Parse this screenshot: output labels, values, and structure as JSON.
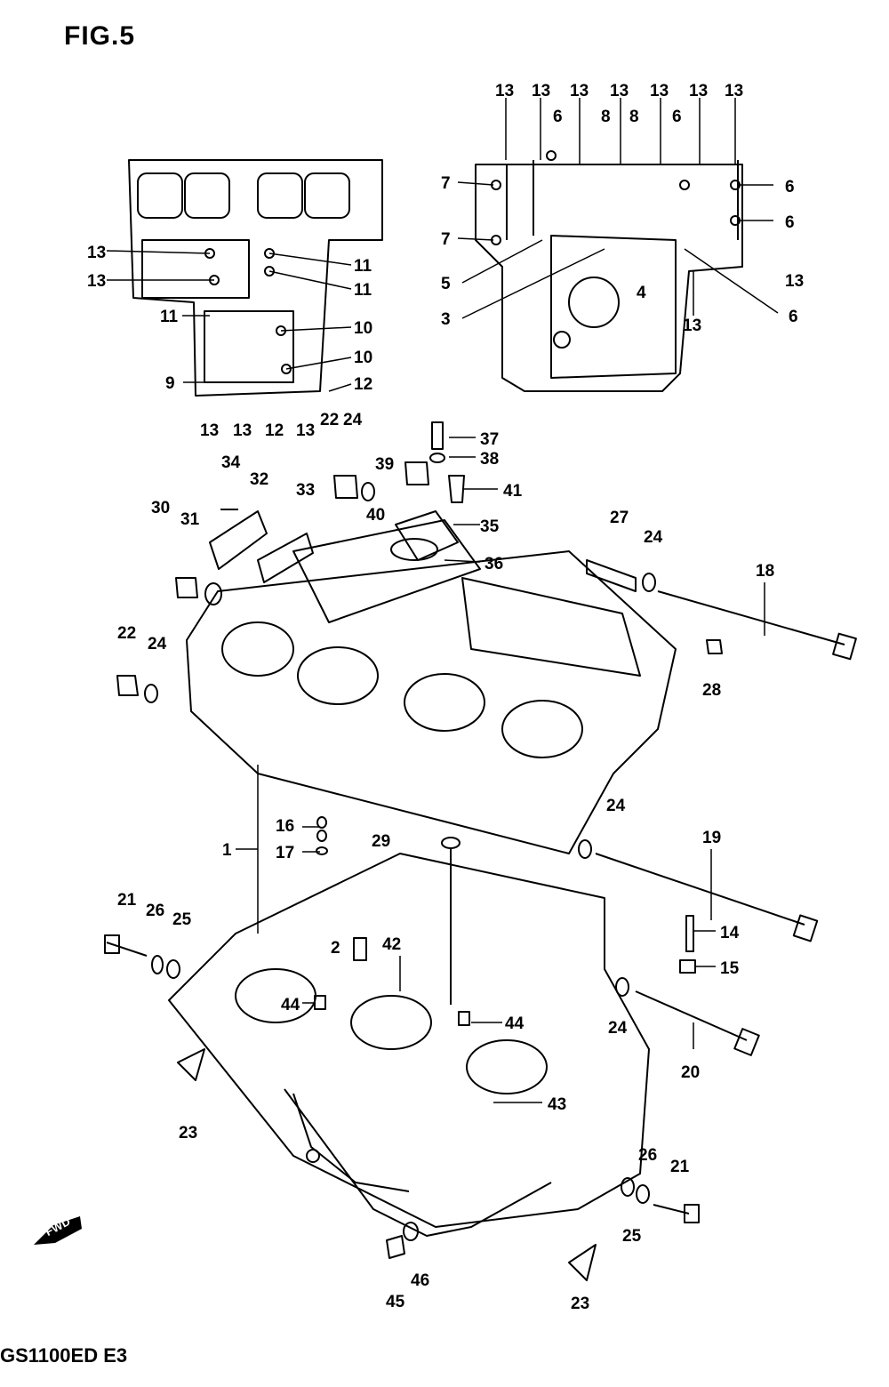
{
  "title": "FIG.5",
  "model": "GS1100ED E3",
  "fwd_label": "FWD",
  "callouts": [
    {
      "id": "c13a",
      "text": "13"
    },
    {
      "id": "c13b",
      "text": "13"
    },
    {
      "id": "c13c",
      "text": "13"
    },
    {
      "id": "c13d",
      "text": "13"
    },
    {
      "id": "c13e",
      "text": "13"
    },
    {
      "id": "c13f",
      "text": "13"
    },
    {
      "id": "c13g",
      "text": "13"
    },
    {
      "id": "c6a",
      "text": "6"
    },
    {
      "id": "c8a",
      "text": "8"
    },
    {
      "id": "c8b",
      "text": "8"
    },
    {
      "id": "c6b",
      "text": "6"
    },
    {
      "id": "c7a",
      "text": "7"
    },
    {
      "id": "c7b",
      "text": "7"
    },
    {
      "id": "c6c",
      "text": "6"
    },
    {
      "id": "c6d",
      "text": "6"
    },
    {
      "id": "c5",
      "text": "5"
    },
    {
      "id": "c4",
      "text": "4"
    },
    {
      "id": "c13h",
      "text": "13"
    },
    {
      "id": "c3",
      "text": "3"
    },
    {
      "id": "c13i",
      "text": "13"
    },
    {
      "id": "c6e",
      "text": "6"
    },
    {
      "id": "l13a",
      "text": "13"
    },
    {
      "id": "l13b",
      "text": "13"
    },
    {
      "id": "l11a",
      "text": "11"
    },
    {
      "id": "l11b",
      "text": "11"
    },
    {
      "id": "l11c",
      "text": "11"
    },
    {
      "id": "l10a",
      "text": "10"
    },
    {
      "id": "l10b",
      "text": "10"
    },
    {
      "id": "l9",
      "text": "9"
    },
    {
      "id": "l12a",
      "text": "12"
    },
    {
      "id": "l13c",
      "text": "13"
    },
    {
      "id": "l13d",
      "text": "13"
    },
    {
      "id": "l12b",
      "text": "12"
    },
    {
      "id": "l13e",
      "text": "13"
    },
    {
      "id": "p22a",
      "text": "22"
    },
    {
      "id": "p24a",
      "text": "24"
    },
    {
      "id": "p37",
      "text": "37"
    },
    {
      "id": "p38",
      "text": "38"
    },
    {
      "id": "p39",
      "text": "39"
    },
    {
      "id": "p41",
      "text": "41"
    },
    {
      "id": "p34",
      "text": "34"
    },
    {
      "id": "p32",
      "text": "32"
    },
    {
      "id": "p33",
      "text": "33"
    },
    {
      "id": "p30",
      "text": "30"
    },
    {
      "id": "p31",
      "text": "31"
    },
    {
      "id": "p40",
      "text": "40"
    },
    {
      "id": "p35",
      "text": "35"
    },
    {
      "id": "p36",
      "text": "36"
    },
    {
      "id": "p27",
      "text": "27"
    },
    {
      "id": "p24b",
      "text": "24"
    },
    {
      "id": "p18",
      "text": "18"
    },
    {
      "id": "p22b",
      "text": "22"
    },
    {
      "id": "p24c",
      "text": "24"
    },
    {
      "id": "p28",
      "text": "28"
    },
    {
      "id": "p24d",
      "text": "24"
    },
    {
      "id": "p16",
      "text": "16"
    },
    {
      "id": "p17",
      "text": "17"
    },
    {
      "id": "p1",
      "text": "1"
    },
    {
      "id": "p29",
      "text": "29"
    },
    {
      "id": "p19",
      "text": "19"
    },
    {
      "id": "p21a",
      "text": "21"
    },
    {
      "id": "p26a",
      "text": "26"
    },
    {
      "id": "p25a",
      "text": "25"
    },
    {
      "id": "p2",
      "text": "2"
    },
    {
      "id": "p42",
      "text": "42"
    },
    {
      "id": "p14",
      "text": "14"
    },
    {
      "id": "p15",
      "text": "15"
    },
    {
      "id": "p44a",
      "text": "44"
    },
    {
      "id": "p44b",
      "text": "44"
    },
    {
      "id": "p24e",
      "text": "24"
    },
    {
      "id": "p20",
      "text": "20"
    },
    {
      "id": "p23a",
      "text": "23"
    },
    {
      "id": "p43",
      "text": "43"
    },
    {
      "id": "p26b",
      "text": "26"
    },
    {
      "id": "p21b",
      "text": "21"
    },
    {
      "id": "p25b",
      "text": "25"
    },
    {
      "id": "p46",
      "text": "46"
    },
    {
      "id": "p45",
      "text": "45"
    },
    {
      "id": "p23b",
      "text": "23"
    }
  ]
}
